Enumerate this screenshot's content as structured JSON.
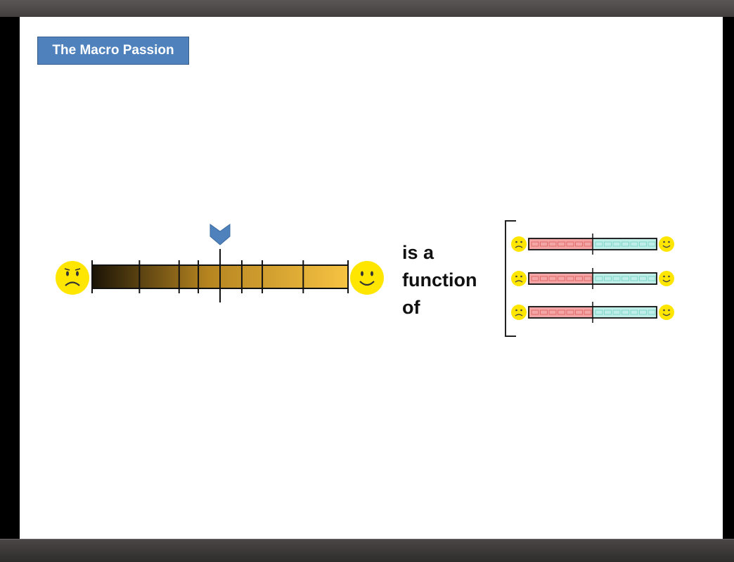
{
  "slide": {
    "title": "The Macro Passion",
    "caption_lines": [
      "is a",
      "function",
      "of"
    ]
  },
  "main_scale": {
    "marker_level": 0.5,
    "colors": {
      "dark": "#1a1306",
      "light": "#f7c343",
      "marker": "#4f81bd"
    },
    "left_icon": "sad-face-icon",
    "right_icon": "happy-face-icon"
  },
  "sub_scales": {
    "count": 3,
    "marker_level": 0.5,
    "colors": {
      "negative": "#f4a6a6",
      "positive": "#bfeee8"
    },
    "left_icon": "sad-face-icon",
    "right_icon": "happy-face-icon"
  },
  "colors": {
    "face": "#ffe600",
    "badge": "#4f81bd"
  }
}
